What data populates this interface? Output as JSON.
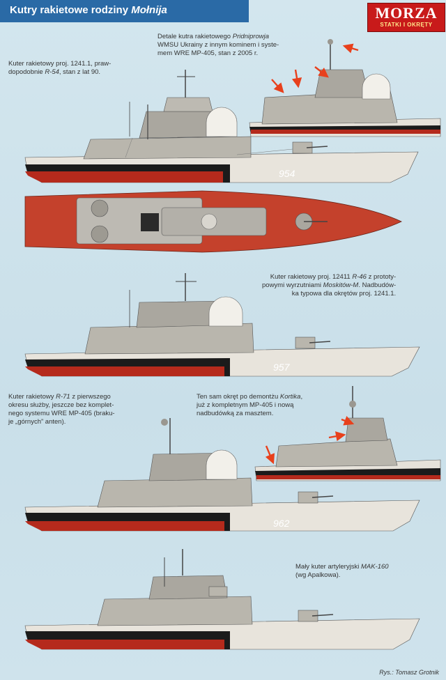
{
  "header": {
    "title_prefix": "Kutry rakietowe rodziny ",
    "title_emphasis": "Mołnija"
  },
  "logo": {
    "main": "MORZA",
    "sub": "STATKI I OKRĘTY"
  },
  "captions": {
    "ship1": {
      "line1": "Kuter rakietowy proj. 1241.1, praw-",
      "line2_a": "dopodobnie ",
      "line2_italic": "R-54",
      "line2_b": ", stan z lat 90."
    },
    "detail1": {
      "line1_a": "Detale kutra rakietowego ",
      "line1_italic": "Pridniprowja",
      "line2": "WMSU Ukrainy z innym kominem i syste-",
      "line3": "mem WRE MP-405, stan z 2005 r."
    },
    "ship2": {
      "line1_a": "Kuter rakietowy proj. 12411 ",
      "line1_italic": "R-46",
      "line1_b": " z prototy-",
      "line2_a": "powymi wyrzutniami ",
      "line2_italic": "Moskitów-M",
      "line2_b": ". Nadbudów-",
      "line3": "ka typowa dla okrętów proj. 1241.1."
    },
    "ship3": {
      "line1_a": "Kuter rakietowy ",
      "line1_italic": "R-71",
      "line1_b": " z pierwszego",
      "line2": "okresu służby, jeszcze bez komplet-",
      "line3": "nego systemu WRE MP-405 (braku-",
      "line4": "je „górnych” anten)."
    },
    "detail2": {
      "line1_a": "Ten sam okręt po demontżu ",
      "line1_italic": "Kortika",
      "line1_b": ",",
      "line2": "już z kompletnym MP-405 i nową",
      "line3": "nadbudówką za masztem."
    },
    "ship4": {
      "line1_a": "Mały kuter artyleryjski ",
      "line1_italic": "MAK-160",
      "line2": "(wg Apalkowa)."
    }
  },
  "hull_numbers": {
    "ship1": "954",
    "ship2": "957",
    "ship3": "962"
  },
  "credit": "Rys.: Tomasz Grotnik"
}
